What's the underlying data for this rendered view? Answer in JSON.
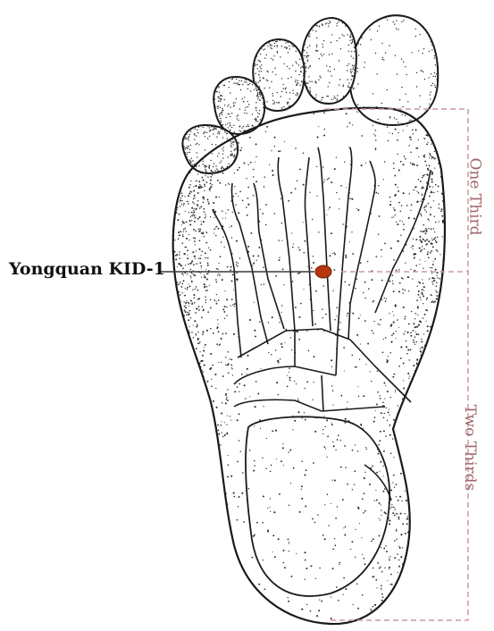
{
  "diagram": {
    "point_label": "Yongquan KID-1",
    "upper_label": "One Third",
    "lower_label": "Two Thirds",
    "colors": {
      "outline": "#1a1a1a",
      "stipple": "#2a2a2a",
      "skin": "#ffffff",
      "point": "#b5360f",
      "guide": "#c79a9e",
      "label_side": "#a0656a"
    },
    "icons": [
      "foot-sole-illustration",
      "acupoint-marker"
    ]
  }
}
